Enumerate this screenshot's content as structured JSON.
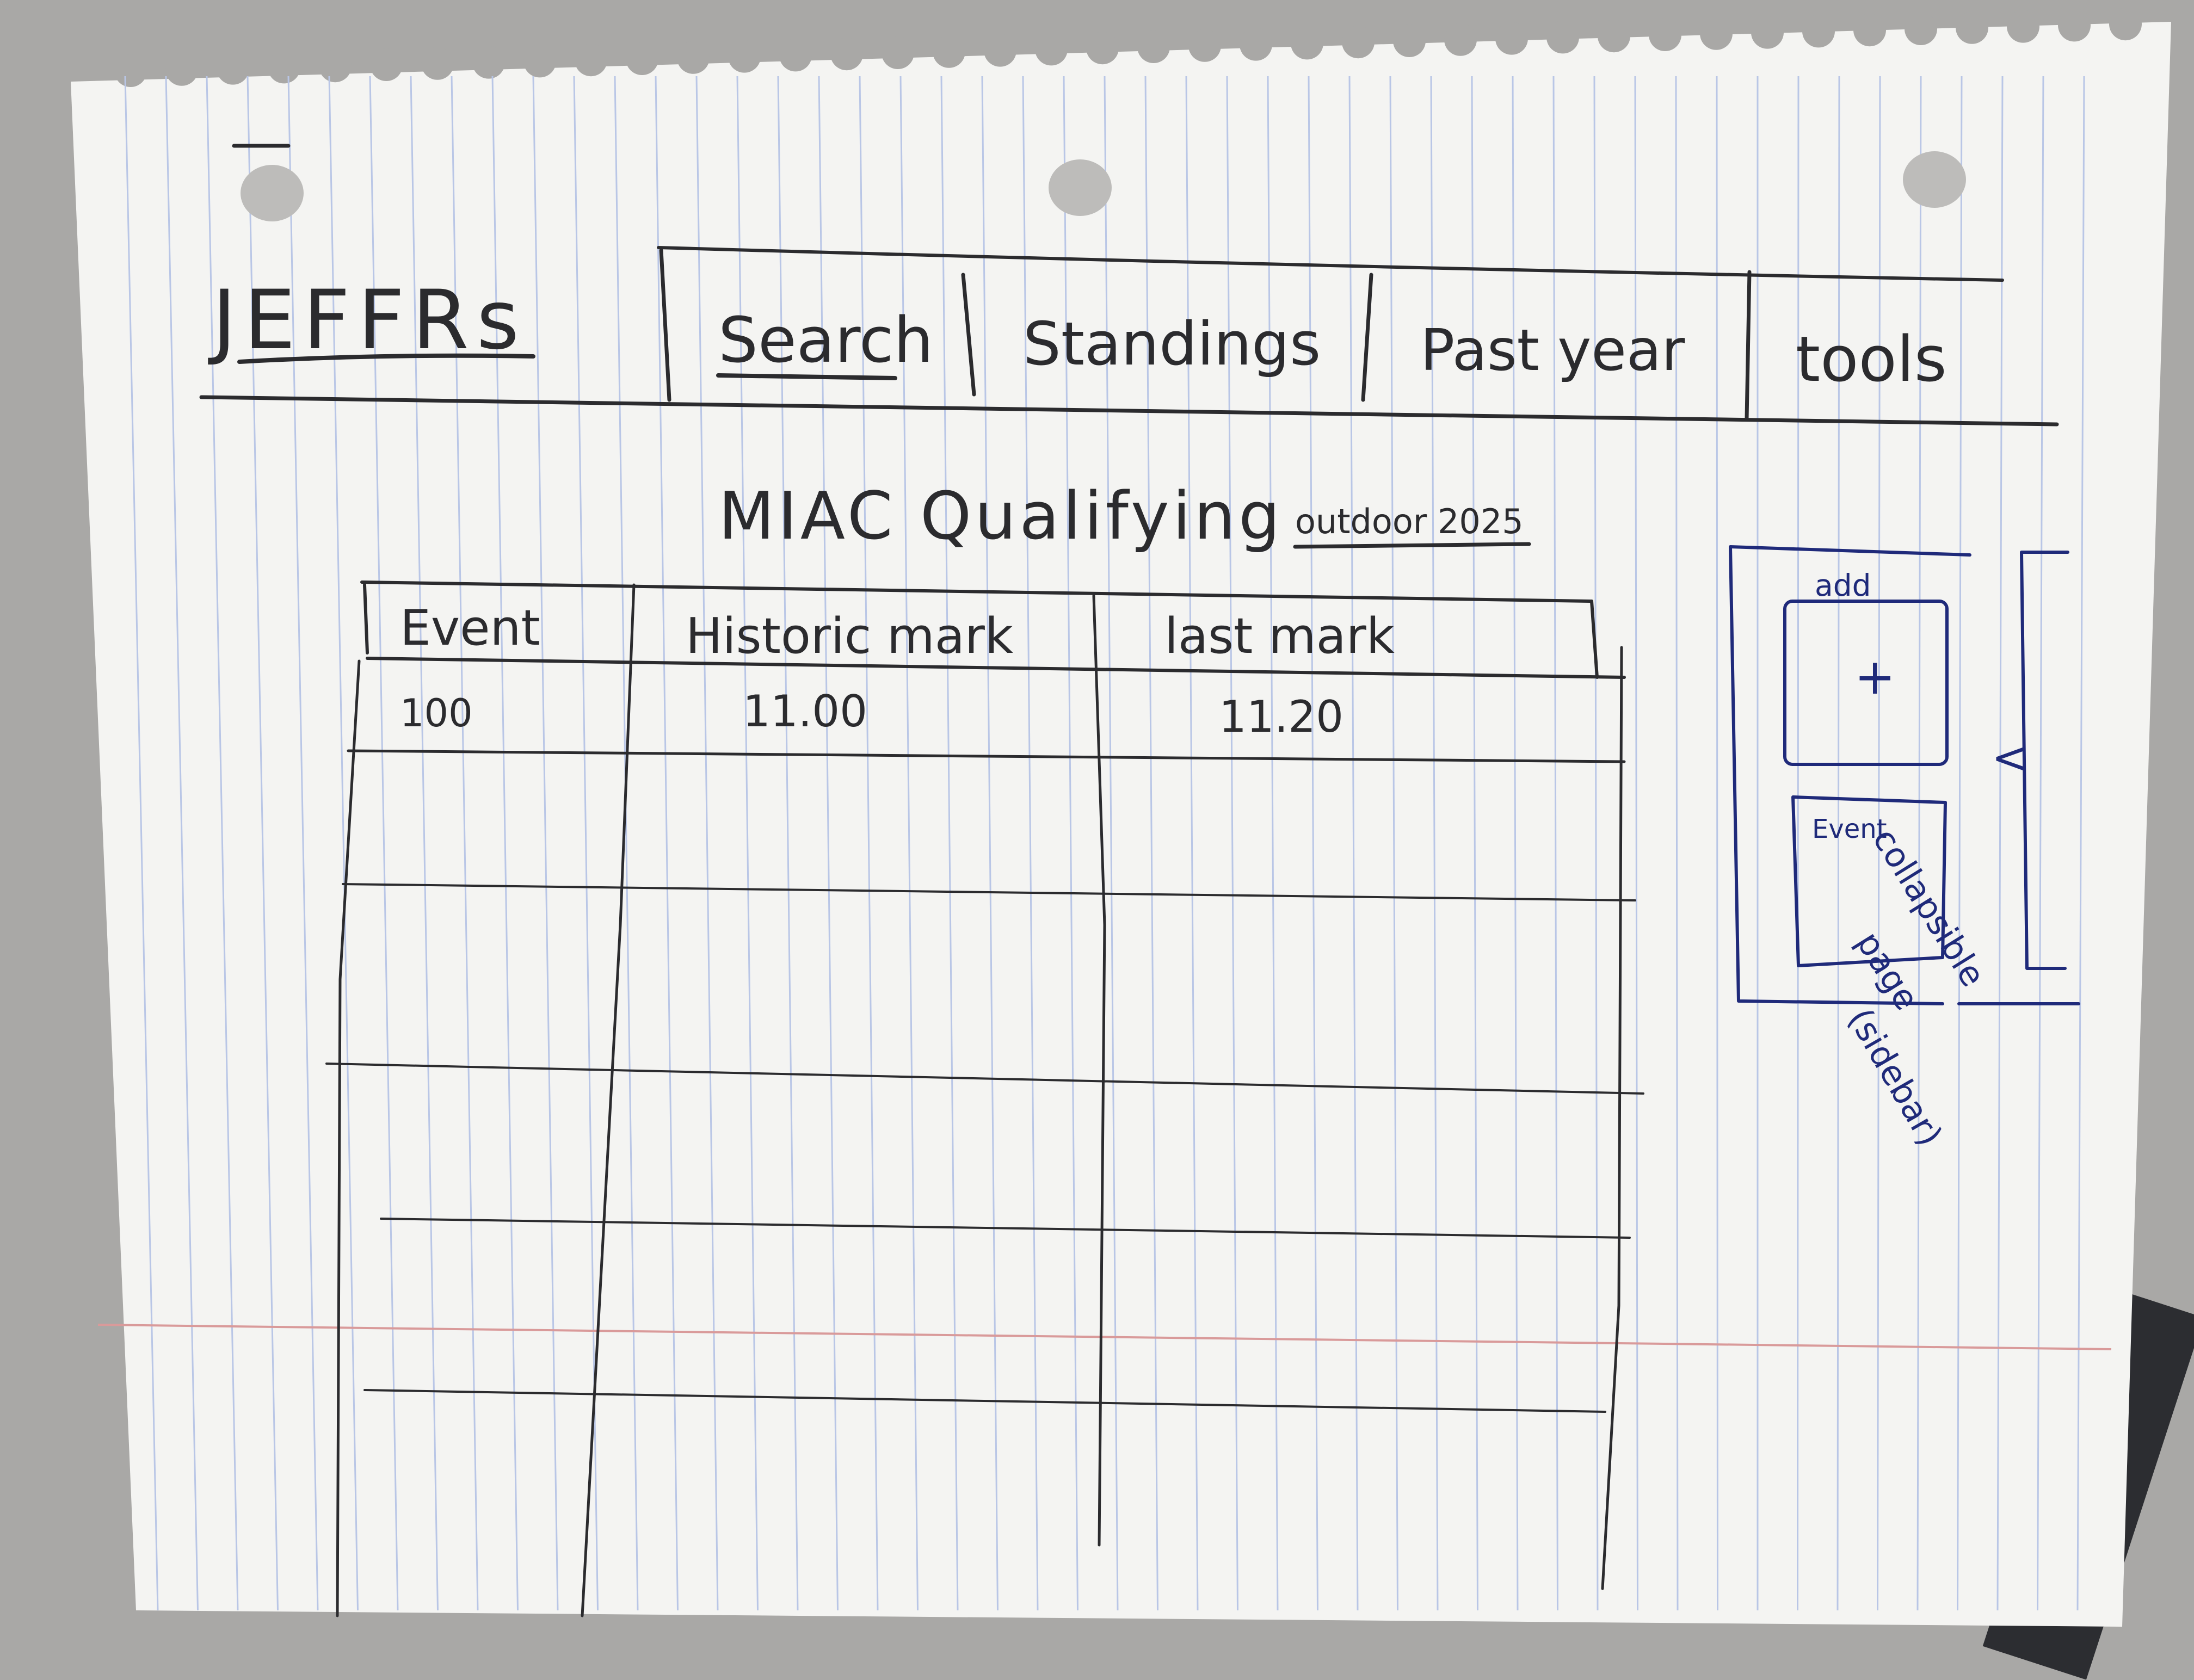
{
  "logo": "JEFFRs",
  "nav": {
    "items": [
      {
        "label": "Search"
      },
      {
        "label": "Standings"
      },
      {
        "label": "Past year"
      },
      {
        "label": "tools"
      }
    ]
  },
  "page_title": {
    "main": "MIAC Qualifying",
    "season": "outdoor 2025"
  },
  "table": {
    "columns": [
      "Event",
      "Historic mark",
      "last mark"
    ],
    "rows": [
      [
        "100",
        "11.00",
        "11.20"
      ]
    ]
  },
  "side_panel": {
    "add_label": "add",
    "add_symbol": "+",
    "second_label": "Event",
    "collapse_symbol": "<",
    "annotation": [
      "collapsible",
      "page",
      "(sidebar)"
    ]
  },
  "colors": {
    "paper": "#f4f4f2",
    "pencil": "#2b2b2e",
    "pen_blue": "#1f2a7a",
    "rule_blue": "#b9c6e6",
    "margin_red": "#d99a9a"
  }
}
